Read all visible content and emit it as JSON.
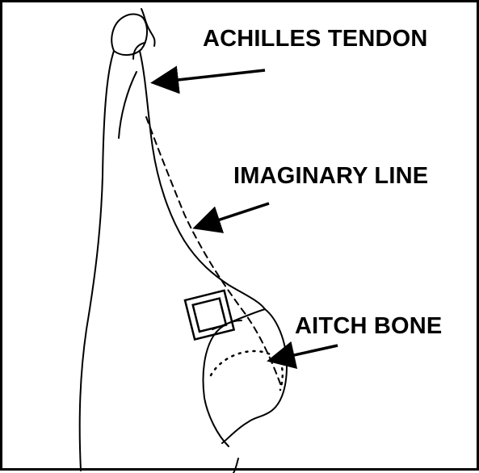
{
  "labels": {
    "achilles_tendon": "ACHILLES TENDON",
    "imaginary_line": "IMAGINARY LINE",
    "aitch_bone": "AITCH BONE"
  },
  "colors": {
    "ink": "#000000",
    "background": "#ffffff"
  }
}
